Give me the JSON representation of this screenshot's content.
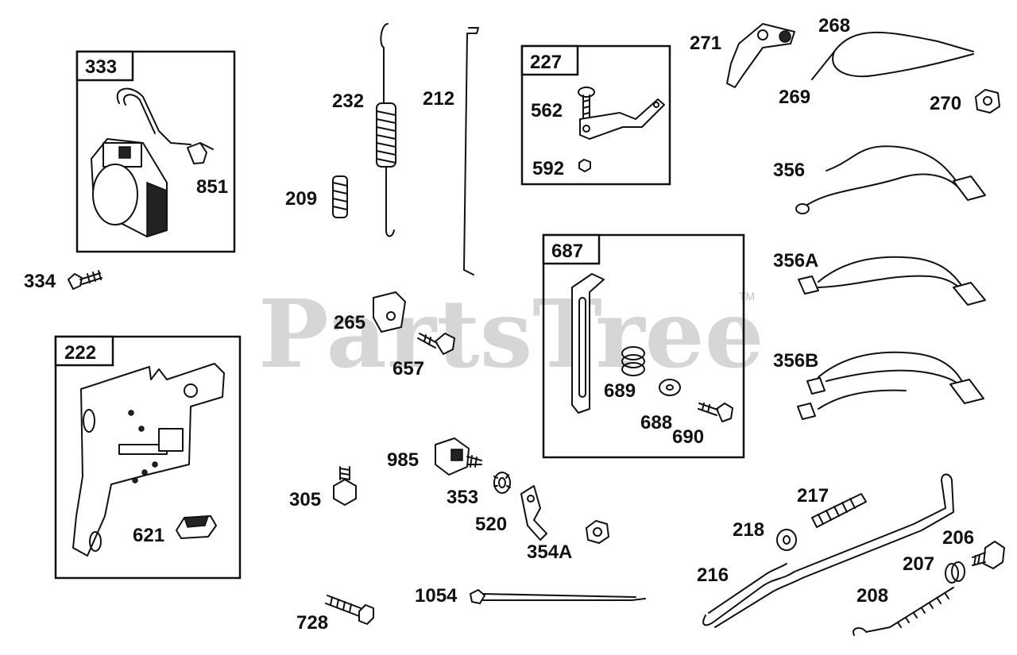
{
  "watermark": {
    "text": "PartsTree",
    "trademark": "TM"
  },
  "groups": [
    {
      "id": "333",
      "label": "333"
    },
    {
      "id": "227",
      "label": "227"
    },
    {
      "id": "687",
      "label": "687"
    },
    {
      "id": "222",
      "label": "222"
    }
  ],
  "callouts": {
    "c851": "851",
    "c334": "334",
    "c232": "232",
    "c209": "209",
    "c212": "212",
    "c562": "562",
    "c592": "592",
    "c271": "271",
    "c268": "268",
    "c269": "269",
    "c270": "270",
    "c356": "356",
    "c356A": "356A",
    "c356B": "356B",
    "c265": "265",
    "c657": "657",
    "c689": "689",
    "c688": "688",
    "c690": "690",
    "c985": "985",
    "c305": "305",
    "c353": "353",
    "c520": "520",
    "c354A": "354A",
    "c621": "621",
    "c728": "728",
    "c1054": "1054",
    "c217": "217",
    "c218": "218",
    "c216": "216",
    "c206": "206",
    "c207": "207",
    "c208": "208"
  }
}
